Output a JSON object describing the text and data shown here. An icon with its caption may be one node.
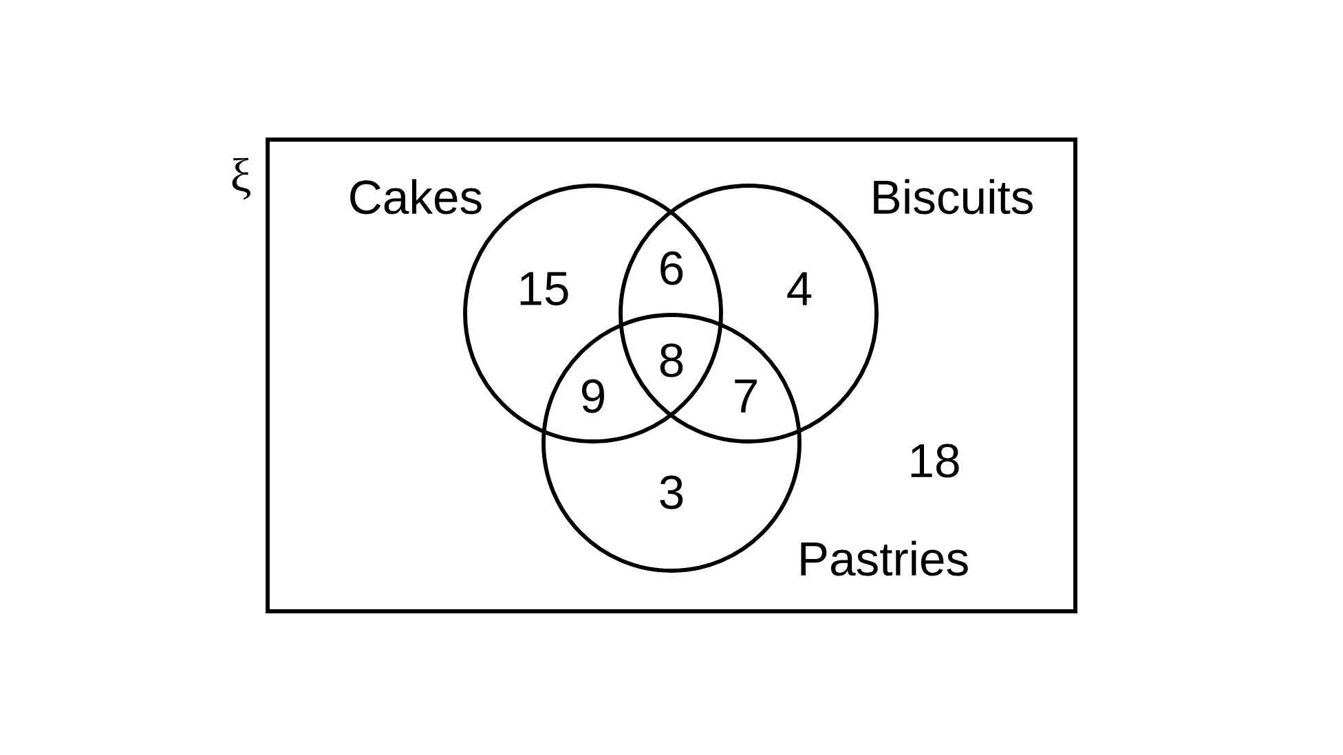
{
  "diagram": {
    "nodes": [
      {
        "text": [],
        "shape": "box",
        "beside": [
          "ξ"
        ]
      },
      {
        "text": [
          "Cakes"
        ],
        "in": 0
      },
      {
        "text": [
          "Biscuits"
        ],
        "in": 0
      },
      {
        "text": [
          "Pastries"
        ],
        "in": 0
      }
    ],
    "labels": [
      "15",
      "6",
      "4",
      "8",
      "9",
      "7",
      "18",
      "3"
    ]
  }
}
